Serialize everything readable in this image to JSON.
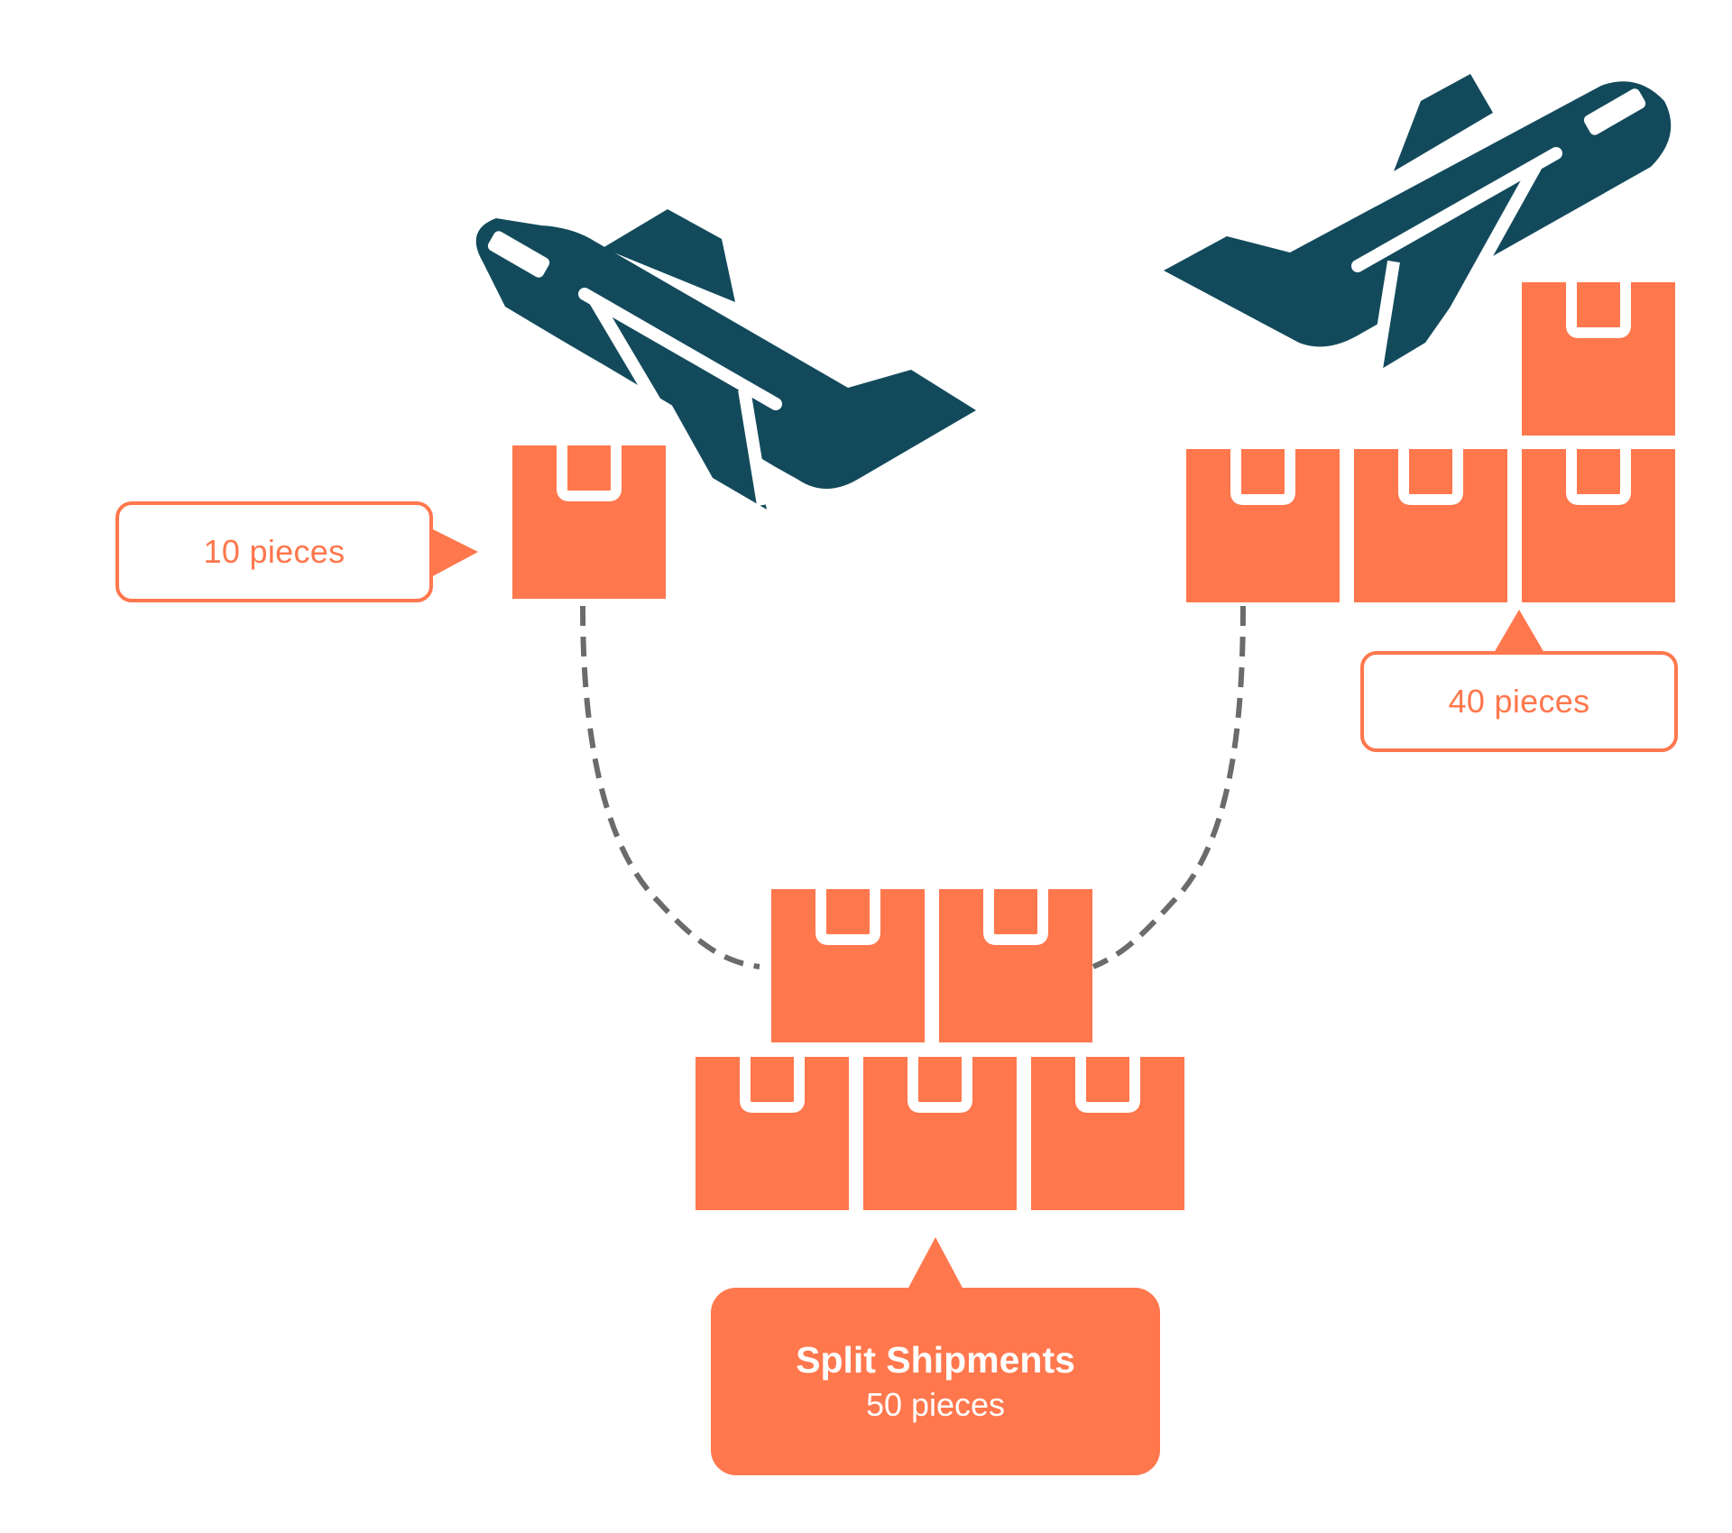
{
  "colors": {
    "box": "#ff774d",
    "plane": "#124a5c",
    "connector": "#6b6b6b",
    "callout_text": "#ff774d",
    "background": "#ffffff"
  },
  "icons": {
    "plane": "airplane-icon",
    "box": "package-box-icon"
  },
  "callouts": {
    "left": {
      "label": "10 pieces"
    },
    "right": {
      "label": "40 pieces"
    },
    "main": {
      "title": "Split Shipments",
      "label": "50 pieces"
    }
  }
}
